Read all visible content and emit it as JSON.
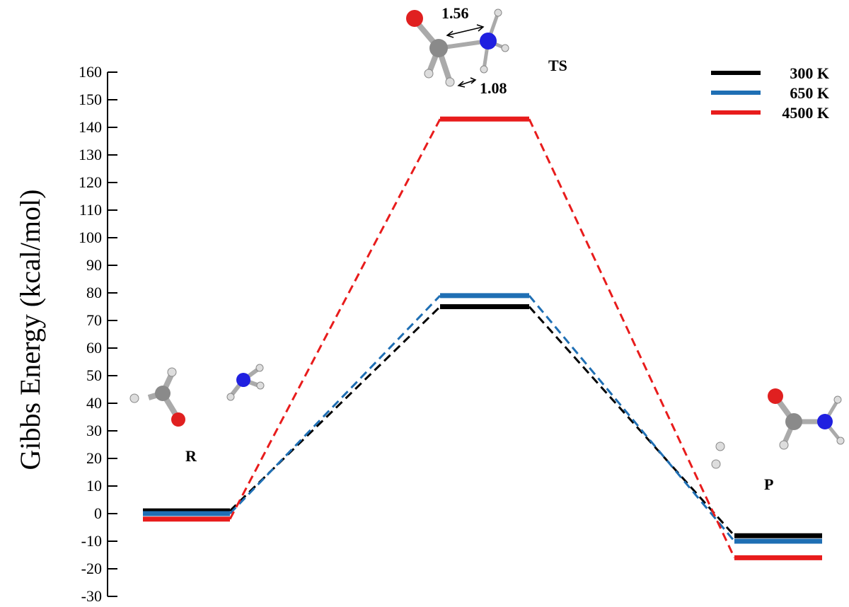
{
  "chart_data": {
    "type": "line",
    "ylabel": "Gibbs Energy (kcal/mol)",
    "ylim": [
      -30,
      160
    ],
    "yticks": [
      -30,
      -20,
      -10,
      0,
      10,
      20,
      30,
      40,
      50,
      60,
      70,
      80,
      90,
      100,
      110,
      120,
      130,
      140,
      150,
      160
    ],
    "categories": [
      "R",
      "TS",
      "P"
    ],
    "series": [
      {
        "name": "300 K",
        "color": "#000000",
        "values": [
          1,
          75,
          -8
        ]
      },
      {
        "name": "650 K",
        "color": "#1f6fb4",
        "values": [
          0,
          79,
          -10
        ]
      },
      {
        "name": "4500 K",
        "color": "#e81c1c",
        "values": [
          -2,
          143,
          -16
        ]
      }
    ],
    "annotations": {
      "bond_1": "1.56",
      "bond_2": "1.08"
    },
    "legend_position": "top-right",
    "grid": false
  }
}
